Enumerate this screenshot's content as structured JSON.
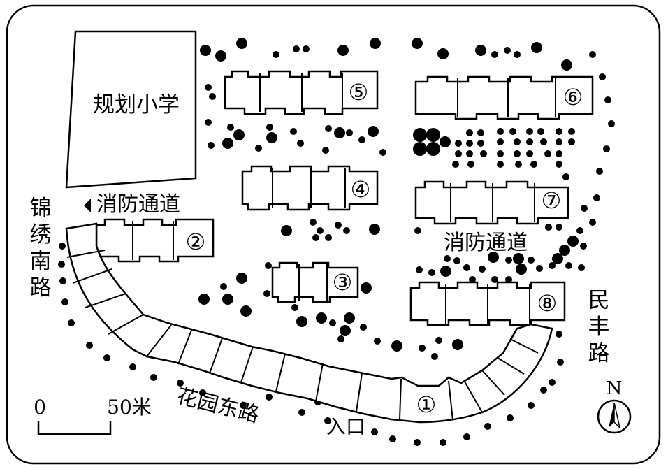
{
  "map": {
    "school": "规划小学",
    "fire_lane_west": "消防通道",
    "fire_lane_center": "消防通道",
    "road_west": "锦绣南路",
    "road_east": "民丰路",
    "road_south": "花园东路",
    "entrance": "入口",
    "north": "N",
    "scale": {
      "start": "0",
      "end": "50米"
    },
    "buildings": [
      "①",
      "②",
      "③",
      "④",
      "⑤",
      "⑥",
      "⑦",
      "⑧"
    ],
    "colors": {
      "ink": "#000000",
      "paper": "#ffffff"
    }
  }
}
